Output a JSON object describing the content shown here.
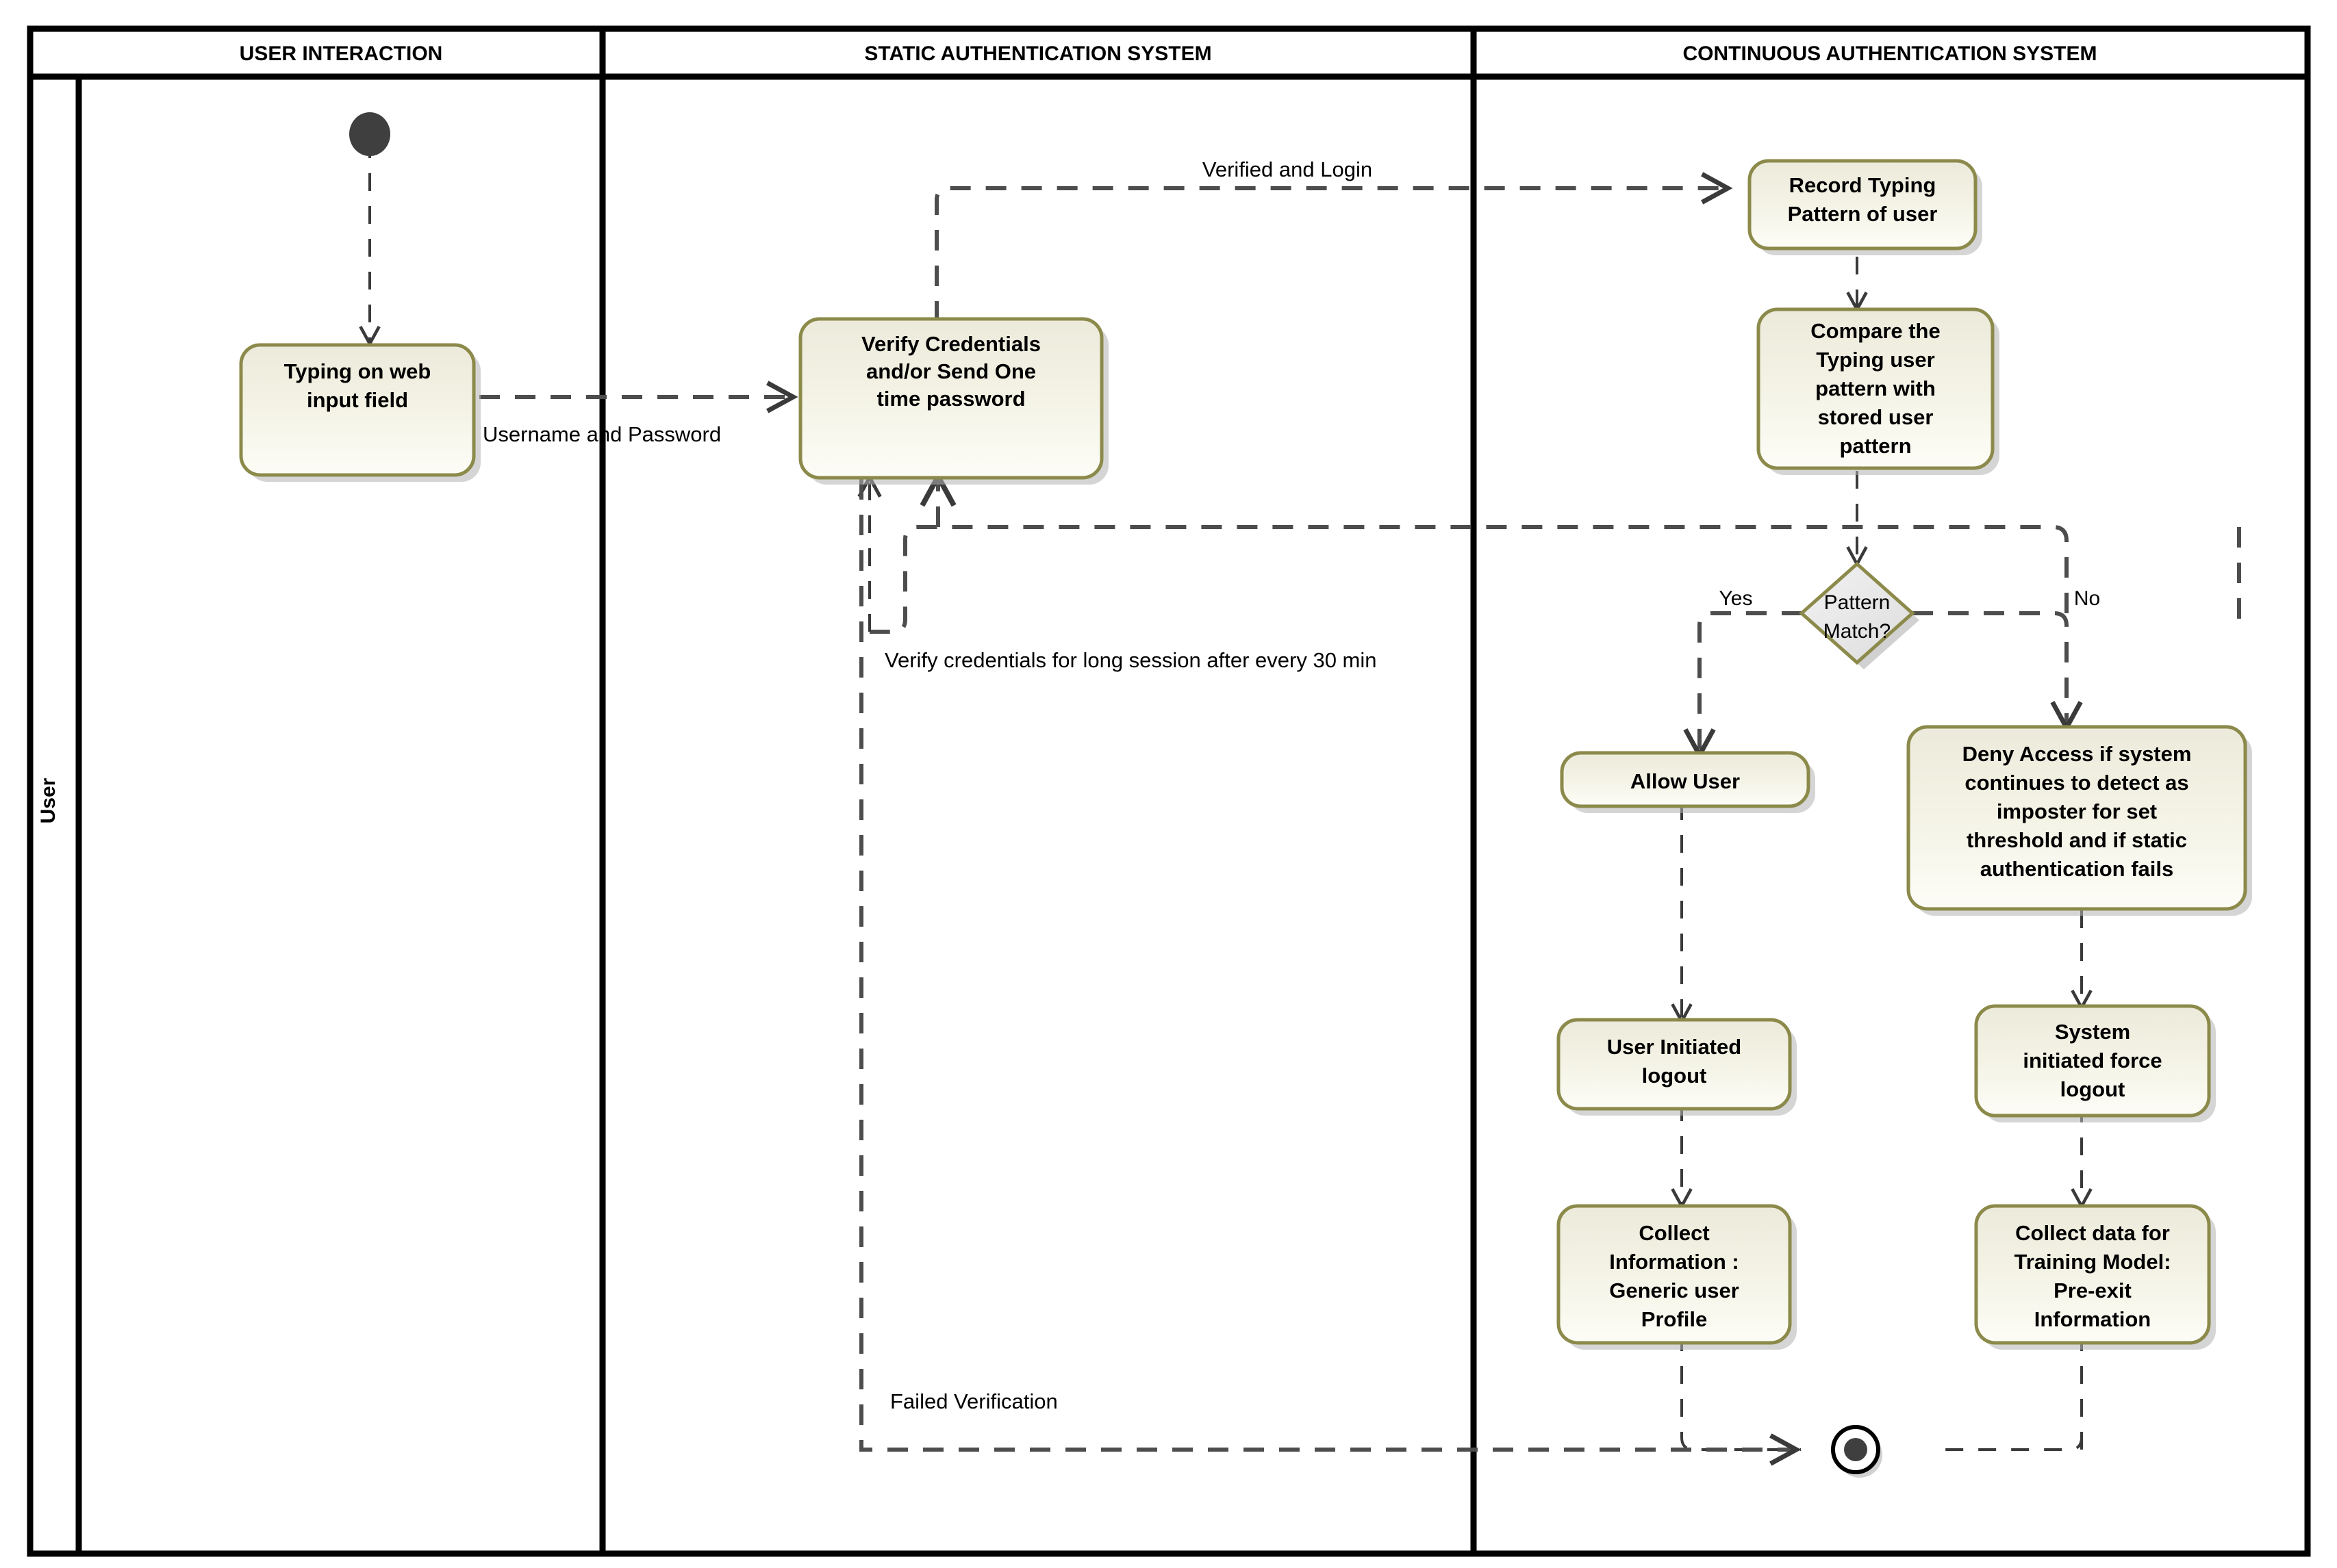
{
  "diagram": {
    "title": "Continuous Authentication Activity Diagram",
    "actor_label": "User",
    "lanes": [
      {
        "id": "user-interaction",
        "label": "USER INTERACTION"
      },
      {
        "id": "static-auth",
        "label": "STATIC AUTHENTICATION SYSTEM"
      },
      {
        "id": "continuous-auth",
        "label": "CONTINUOUS AUTHENTICATION SYSTEM"
      }
    ],
    "colors": {
      "node_fill_top": "#edecd4",
      "node_fill_bottom": "#fbfbf2",
      "node_border": "#8c8a4a",
      "decision_fill": "#e8e8e8",
      "decision_border": "#8c8a4a",
      "flow_line": "#4d4d4d",
      "initial_node": "#3f3f3f",
      "frame": "#000000",
      "shadow": "#b3b3b3"
    },
    "nodes": [
      {
        "id": "initial",
        "type": "initial-node",
        "lane": "user-interaction",
        "label": ""
      },
      {
        "id": "typing-web-input",
        "type": "activity",
        "lane": "user-interaction",
        "lines": [
          "Typing on web",
          "input field"
        ]
      },
      {
        "id": "verify-credentials",
        "type": "activity",
        "lane": "static-auth",
        "lines": [
          "Verify Credentials",
          "and/or Send One",
          "time password"
        ]
      },
      {
        "id": "record-typing-pattern",
        "type": "activity",
        "lane": "continuous-auth",
        "lines": [
          "Record Typing",
          "Pattern of user"
        ]
      },
      {
        "id": "compare-pattern",
        "type": "activity",
        "lane": "continuous-auth",
        "lines": [
          "Compare the",
          "Typing user",
          "pattern with",
          "stored user",
          "pattern"
        ]
      },
      {
        "id": "pattern-match",
        "type": "decision",
        "lane": "continuous-auth",
        "lines": [
          "Pattern",
          "Match?"
        ]
      },
      {
        "id": "allow-user",
        "type": "activity",
        "lane": "continuous-auth",
        "lines": [
          "Allow User"
        ]
      },
      {
        "id": "deny-access",
        "type": "activity",
        "lane": "continuous-auth",
        "lines": [
          "Deny Access if system",
          "continues to detect as",
          "imposter for set",
          "threshold and if static",
          "authentication fails"
        ]
      },
      {
        "id": "user-initiated-logout",
        "type": "activity",
        "lane": "continuous-auth",
        "lines": [
          "User Initiated",
          "logout"
        ]
      },
      {
        "id": "system-force-logout",
        "type": "activity",
        "lane": "continuous-auth",
        "lines": [
          "System",
          "initiated force",
          "logout"
        ]
      },
      {
        "id": "collect-generic-profile",
        "type": "activity",
        "lane": "continuous-auth",
        "lines": [
          "Collect",
          "Information :",
          "Generic user",
          "Profile"
        ]
      },
      {
        "id": "collect-training-data",
        "type": "activity",
        "lane": "continuous-auth",
        "lines": [
          "Collect data for",
          "Training Model:",
          "Pre-exit",
          "Information"
        ]
      },
      {
        "id": "final",
        "type": "final-node",
        "lane": "continuous-auth",
        "label": ""
      }
    ],
    "edges": [
      {
        "id": "edge-username-password",
        "from": "typing-web-input",
        "to": "verify-credentials",
        "label": "Username and Password"
      },
      {
        "id": "edge-verified-login",
        "from": "verify-credentials",
        "to": "record-typing-pattern",
        "label": "Verified and Login"
      },
      {
        "id": "edge-record-to-compare",
        "from": "record-typing-pattern",
        "to": "compare-pattern",
        "label": ""
      },
      {
        "id": "edge-compare-to-decision",
        "from": "compare-pattern",
        "to": "pattern-match",
        "label": ""
      },
      {
        "id": "edge-decision-yes",
        "from": "pattern-match",
        "to": "allow-user",
        "label": "Yes"
      },
      {
        "id": "edge-decision-no",
        "from": "pattern-match",
        "to": "deny-access",
        "label": "No"
      },
      {
        "id": "edge-allow-to-logout",
        "from": "allow-user",
        "to": "user-initiated-logout",
        "label": ""
      },
      {
        "id": "edge-deny-to-force-logout",
        "from": "deny-access",
        "to": "system-force-logout",
        "label": ""
      },
      {
        "id": "edge-logout-to-collect",
        "from": "user-initiated-logout",
        "to": "collect-generic-profile",
        "label": ""
      },
      {
        "id": "edge-force-logout-to-collect",
        "from": "system-force-logout",
        "to": "collect-training-data",
        "label": ""
      },
      {
        "id": "edge-collect-to-final",
        "from": "collect-generic-profile",
        "to": "final",
        "label": ""
      },
      {
        "id": "edge-training-to-final",
        "from": "collect-training-data",
        "to": "final",
        "label": ""
      },
      {
        "id": "edge-reverify-session",
        "from": "pattern-match",
        "to": "verify-credentials",
        "label": "Verify credentials for long session after every 30 min"
      },
      {
        "id": "edge-failed-verification",
        "from": "verify-credentials",
        "to": "final",
        "label": "Failed Verification"
      },
      {
        "id": "edge-reverify-loop-back",
        "from": "deny-access",
        "to": "verify-credentials",
        "label": ""
      }
    ],
    "labels": {
      "username_password": "Username and Password",
      "verified_and_login": "Verified and Login",
      "yes": "Yes",
      "no": "No",
      "verify_long_session": "Verify credentials for long session after every 30 min",
      "failed_verification": "Failed Verification"
    }
  }
}
